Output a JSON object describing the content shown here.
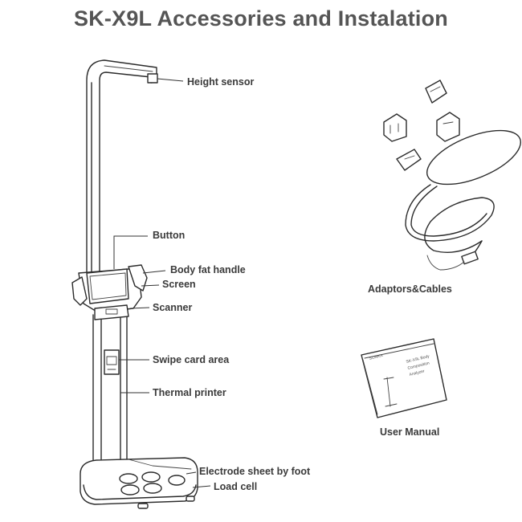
{
  "title": "SK-X9L Accessories and Instalation",
  "labels": {
    "height_sensor": "Height sensor",
    "button": "Button",
    "body_fat_handle": "Body fat handle",
    "screen": "Screen",
    "scanner": "Scanner",
    "swipe_card_area": "Swipe card area",
    "thermal_printer": "Thermal printer",
    "electrode_sheet": "Electrode sheet by foot",
    "load_cell": "Load cell",
    "adaptors_cables": "Adaptors&Cables",
    "user_manual": "User Manual"
  },
  "manual_cover": {
    "brand": "SONKA",
    "line1": "SK-X9L Body",
    "line2": "Composition",
    "line3": "Analyzer"
  }
}
